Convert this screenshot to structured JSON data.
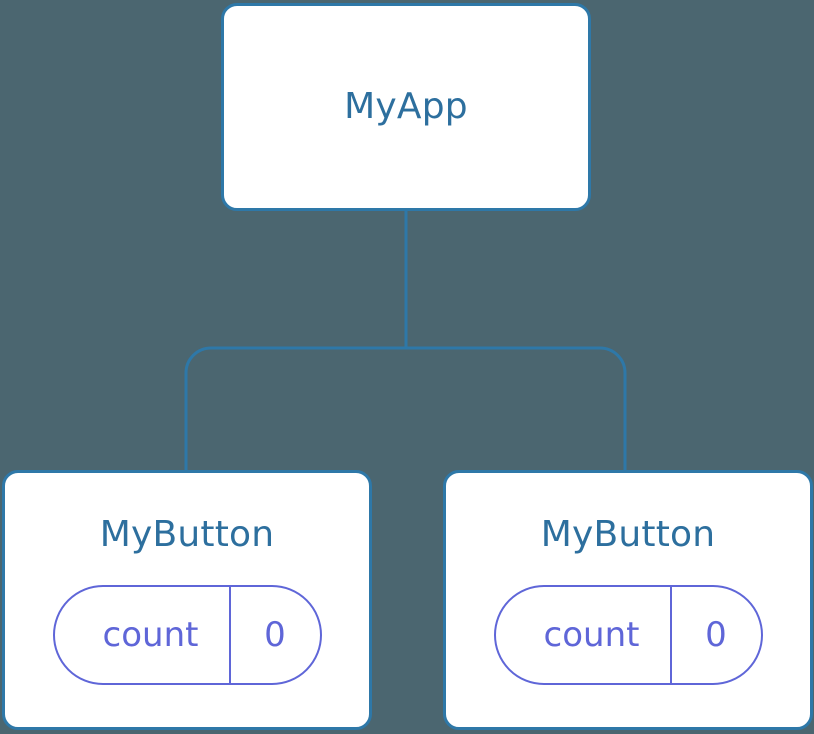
{
  "diagram": {
    "type": "component-tree",
    "background_color": "#4b6670",
    "node_border_color": "#2e78a8",
    "node_title_color": "#2d6f9e",
    "state_accent_color": "#5f66d8",
    "connector_color": "#2e78a8"
  },
  "root": {
    "title": "MyApp"
  },
  "children": [
    {
      "title": "MyButton",
      "state": {
        "key": "count",
        "value": "0"
      }
    },
    {
      "title": "MyButton",
      "state": {
        "key": "count",
        "value": "0"
      }
    }
  ]
}
